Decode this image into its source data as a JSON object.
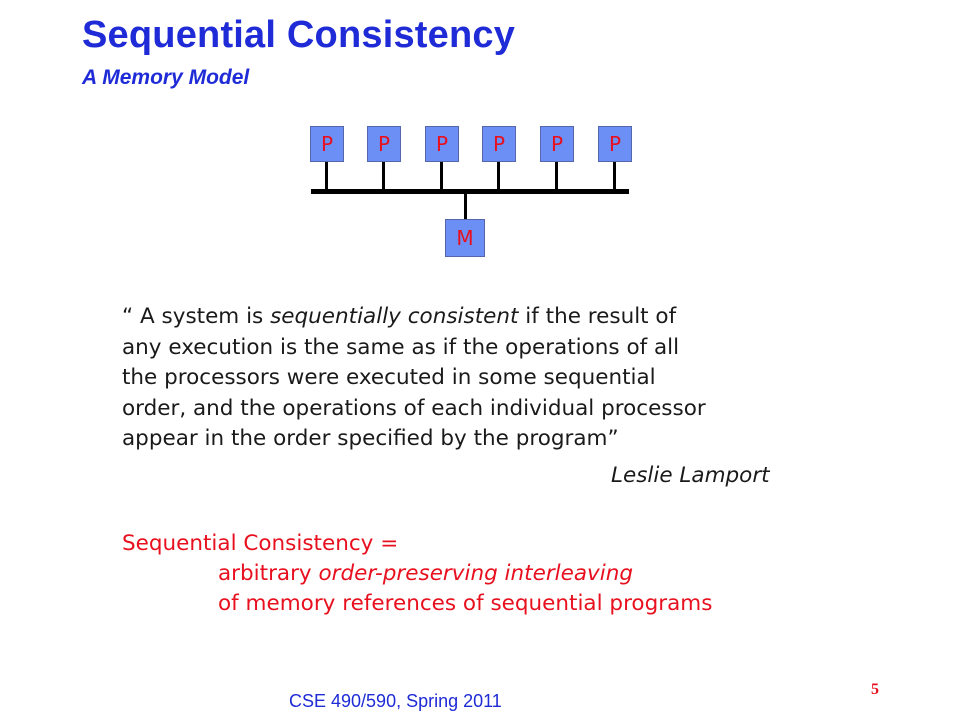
{
  "slide": {
    "title": "Sequential Consistency",
    "subtitle": "A Memory Model",
    "diagram": {
      "processor_label": "P",
      "processor_count": 6,
      "memory_label": "M"
    },
    "quote": {
      "line1_pre": "“ A system is ",
      "line1_em": "sequentially consistent",
      "line1_post": " if the result of",
      "line2": "any execution is the same as if the operations of all",
      "line3": "the processors were executed in some sequential",
      "line4": "order, and the operations of each individual processor",
      "line5": "appear in the order specified by the program”",
      "author": "Leslie Lamport"
    },
    "definition": {
      "line1": "Sequential Consistency =",
      "line2_pre": "arbitrary ",
      "line2_em": "order-preserving interleaving",
      "line3": "of memory references of sequential programs"
    },
    "footer": "CSE 490/590, Spring 2011",
    "page_number": "5",
    "colors": {
      "title": "#1e2bd6",
      "accent_red": "#e8101e",
      "box_fill": "#6c8ff5"
    }
  }
}
